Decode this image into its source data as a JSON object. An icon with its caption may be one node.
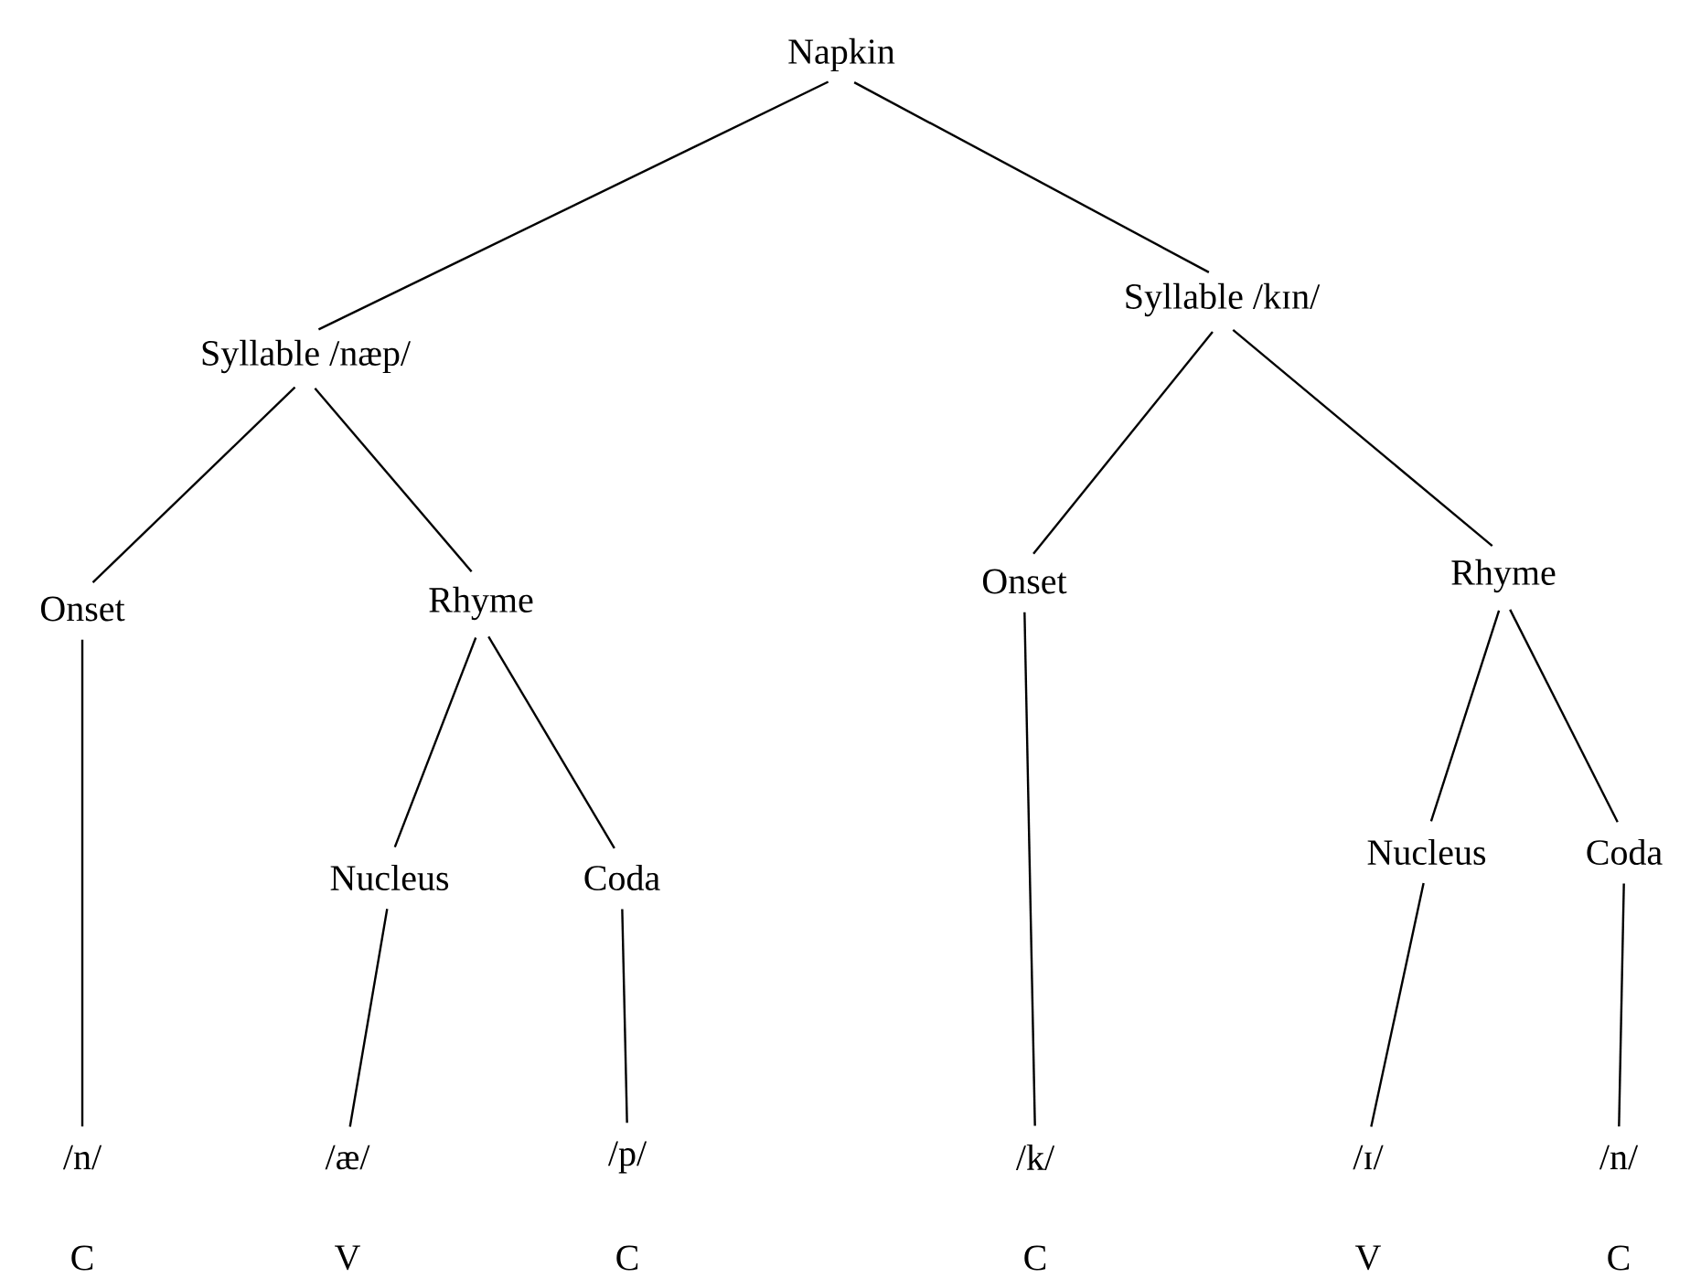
{
  "diagram": {
    "nodes": [
      {
        "text": [
          "Napkin"
        ]
      },
      {
        "text": [
          "Syllable /næp/"
        ]
      },
      {
        "text": [
          "Syllable /kɪn/"
        ]
      },
      {
        "text": [
          "Onset"
        ]
      },
      {
        "text": [
          "Rhyme"
        ]
      },
      {
        "text": [
          "Onset"
        ]
      },
      {
        "text": [
          "Rhyme"
        ]
      },
      {
        "text": [
          "Nucleus"
        ]
      },
      {
        "text": [
          "Coda"
        ]
      },
      {
        "text": [
          "Nucleus"
        ]
      },
      {
        "text": [
          "Coda"
        ]
      },
      {
        "text": [
          "/n/"
        ]
      },
      {
        "text": [
          "/æ/"
        ]
      },
      {
        "text": [
          "/p/"
        ]
      },
      {
        "text": [
          "/k/"
        ]
      },
      {
        "text": [
          "/ɪ/"
        ]
      },
      {
        "text": [
          "/n/"
        ]
      }
    ],
    "edges": [
      {
        "from": 0,
        "to": 1,
        "arrow": "none"
      },
      {
        "from": 0,
        "to": 2,
        "arrow": "none"
      },
      {
        "from": 1,
        "to": 3,
        "arrow": "none"
      },
      {
        "from": 1,
        "to": 4,
        "arrow": "none"
      },
      {
        "from": 2,
        "to": 5,
        "arrow": "none"
      },
      {
        "from": 2,
        "to": 6,
        "arrow": "none"
      },
      {
        "from": 4,
        "to": 7,
        "arrow": "none"
      },
      {
        "from": 4,
        "to": 8,
        "arrow": "none"
      },
      {
        "from": 6,
        "to": 9,
        "arrow": "none"
      },
      {
        "from": 6,
        "to": 10,
        "arrow": "none"
      },
      {
        "from": 3,
        "to": 11,
        "arrow": "none"
      },
      {
        "from": 7,
        "to": 12,
        "arrow": "none"
      },
      {
        "from": 8,
        "to": 13,
        "arrow": "none"
      },
      {
        "from": 5,
        "to": 14,
        "arrow": "none"
      },
      {
        "from": 9,
        "to": 15,
        "arrow": "none"
      },
      {
        "from": 10,
        "to": 16,
        "arrow": "none"
      }
    ],
    "labels": [
      "C",
      "V",
      "C",
      "C",
      "V",
      "C"
    ]
  }
}
